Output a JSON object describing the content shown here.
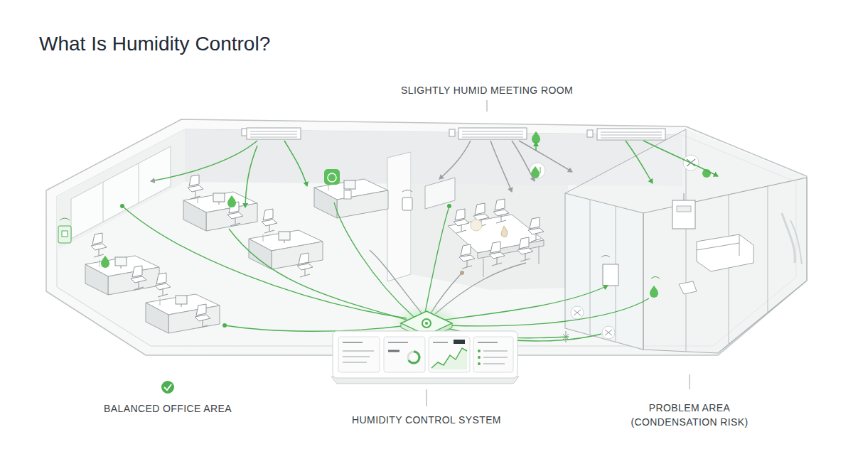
{
  "diagram": {
    "title": "What Is Humidity Control?",
    "labels": [
      "SLIGHTLY HUMID MEETING ROOM",
      "BALANCED OFFICE AREA",
      "HUMIDITY CONTROL SYSTEM",
      "PROBLEM AREA (CONDENSATION RISK)"
    ]
  }
}
